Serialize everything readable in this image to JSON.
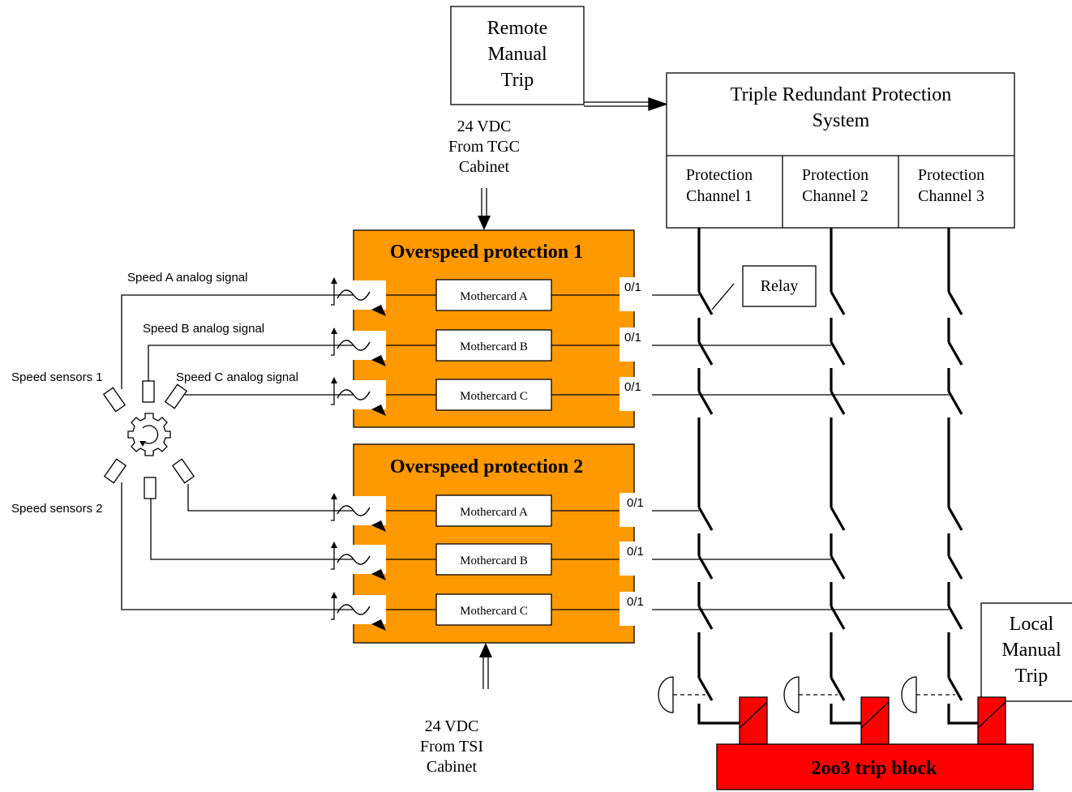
{
  "remote_trip": [
    "Remote",
    "Manual",
    "Trip"
  ],
  "tgc_label": [
    "24 VDC",
    "From TGC",
    "Cabinet"
  ],
  "tsi_label": [
    "24 VDC",
    "From TSI",
    "Cabinet"
  ],
  "trps": {
    "title_line1": "Triple Redundant Protection",
    "title_line2": "System",
    "channels": [
      [
        "Protection",
        "Channel 1"
      ],
      [
        "Protection",
        "Channel 2"
      ],
      [
        "Protection",
        "Channel 3"
      ]
    ]
  },
  "relay_label": "Relay",
  "ops1_title": "Overspeed protection 1",
  "ops2_title": "Overspeed protection 2",
  "cards": [
    "Mothercard A",
    "Mothercard B",
    "Mothercard C"
  ],
  "output_label": "0/1",
  "signals": [
    "Speed A analog signal",
    "Speed B analog signal",
    "Speed C analog signal"
  ],
  "sensors": [
    "Speed sensors 1",
    "Speed sensors 2"
  ],
  "local_trip": [
    "Local",
    "Manual",
    "Trip"
  ],
  "trip_block": "2oo3 trip block",
  "colors": {
    "orange": "#FF9900",
    "red": "#FF0000",
    "black": "#000000"
  }
}
